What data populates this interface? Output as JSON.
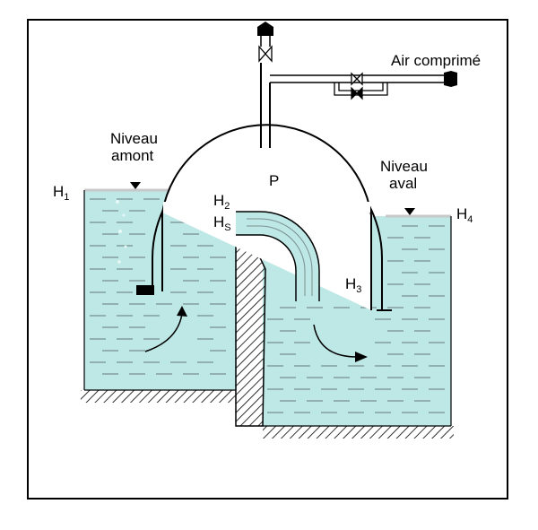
{
  "labels": {
    "niveau_amont_line1": "Niveau",
    "niveau_amont_line2": "amont",
    "niveau_aval_line1": "Niveau",
    "niveau_aval_line2": "aval",
    "air": "Air comprimé",
    "p": "P"
  },
  "heights": [
    {
      "letter": "H",
      "sub": "1"
    },
    {
      "letter": "H",
      "sub": "2"
    },
    {
      "letter": "H",
      "sub": "S"
    },
    {
      "letter": "H",
      "sub": "3"
    },
    {
      "letter": "H",
      "sub": "4"
    }
  ],
  "colors": {
    "water": "#bde8e6",
    "water_dash": "#7a8f8e",
    "line": "#000000",
    "surface": "#c8c8c8"
  }
}
